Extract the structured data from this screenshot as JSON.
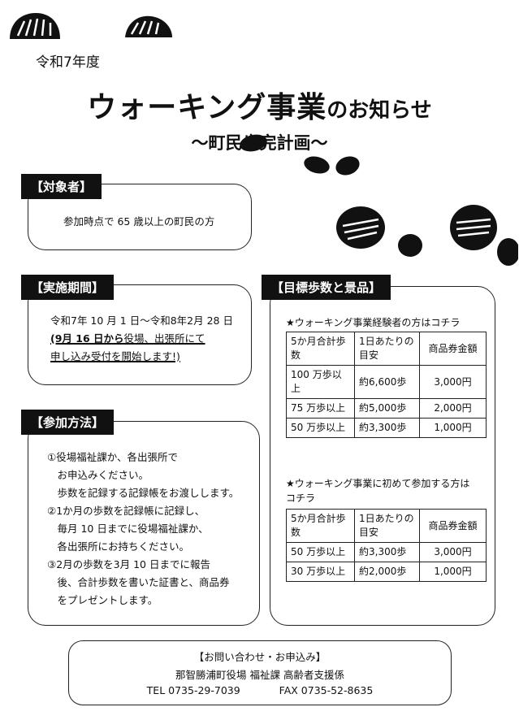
{
  "header": {
    "year": "令和7年度",
    "title_main": "ウォーキング事業",
    "title_suffix": "のお知らせ",
    "subtitle": "～町民歩完計画～"
  },
  "target": {
    "tag": "【対象者】",
    "text": "参加時点で 65 歳以上の町民の方"
  },
  "period": {
    "tag": "【実施期間】",
    "line1": "令和7年 10 月 1 日～令和8年2月 28 日",
    "line2_bold": "(9月 16 日から",
    "line2_rest": "役場、出張所にて",
    "line3": "申し込み受付を開始します!)"
  },
  "method": {
    "tag": "【参加方法】",
    "lines": [
      "①役場福祉課か、各出張所で",
      "　お申込みください。",
      "　歩数を記録する記録帳をお渡しします。",
      "②1か月の歩数を記録帳に記録し、",
      "　毎月 10 日までに役場福祉課か、",
      "　各出張所にお持ちください。",
      "③2月の歩数を3月 10 日までに報告",
      "　後、合計歩数を書いた証書と、商品券",
      "　をプレゼントします。"
    ]
  },
  "rewards": {
    "tag": "【目標歩数と景品】",
    "note1": "★ウォーキング事業経験者の方はコチラ",
    "note2_line1": "★ウォーキング事業に初めて参加する方は",
    "note2_line2": "コチラ",
    "headers": {
      "col1": "5か月合計歩数",
      "col2": "1日あたりの目安",
      "col3": "商品券金額"
    },
    "table1": [
      {
        "total": "100 万歩以上",
        "daily": "約6,600歩",
        "amount": "3,000円"
      },
      {
        "total": "75 万歩以上",
        "daily": "約5,000歩",
        "amount": "2,000円"
      },
      {
        "total": "50 万歩以上",
        "daily": "約3,300歩",
        "amount": "1,000円"
      }
    ],
    "table2": [
      {
        "total": "50 万歩以上",
        "daily": "約3,300歩",
        "amount": "3,000円"
      },
      {
        "total": "30 万歩以上",
        "daily": "約2,000歩",
        "amount": "1,000円"
      }
    ]
  },
  "contact": {
    "heading": "【お問い合わせ・お申込み】",
    "org": "那智勝浦町役場 福祉課 高齢者支援係",
    "tel": "TEL 0735-29-7039",
    "fax": "FAX 0735-52-8635"
  },
  "icons": [
    "footprint-icon"
  ]
}
